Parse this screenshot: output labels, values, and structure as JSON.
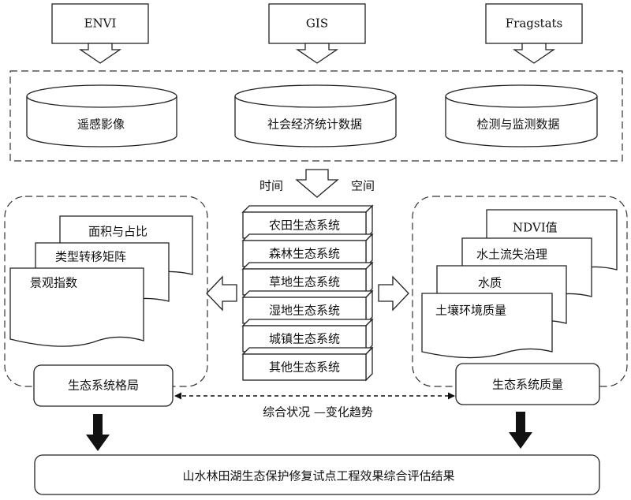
{
  "tools": [
    "ENVI",
    "GIS",
    "Fragstats"
  ],
  "databases": [
    "遥感影像",
    "社会经济统计数据",
    "检测与监测数据"
  ],
  "time_label": "时间",
  "space_label": "空间",
  "ecosystems": [
    "农田生态系统",
    "森林生态系统",
    "草地生态系统",
    "湿地生态系统",
    "城镇生态系统",
    "其他生态系统"
  ],
  "pattern_docs": [
    "面积与占比",
    "类型转移矩阵",
    "景观指数"
  ],
  "pattern_title": "生态系统格局",
  "quality_docs": [
    "NDVI值",
    "水土流失治理",
    "水质",
    "土壤环境质量"
  ],
  "quality_title": "生态系统质量",
  "trend_label": "综合状况 —变化趋势",
  "result_title": "山水林田湖生态保护修复试点工程效果综合评估结果"
}
